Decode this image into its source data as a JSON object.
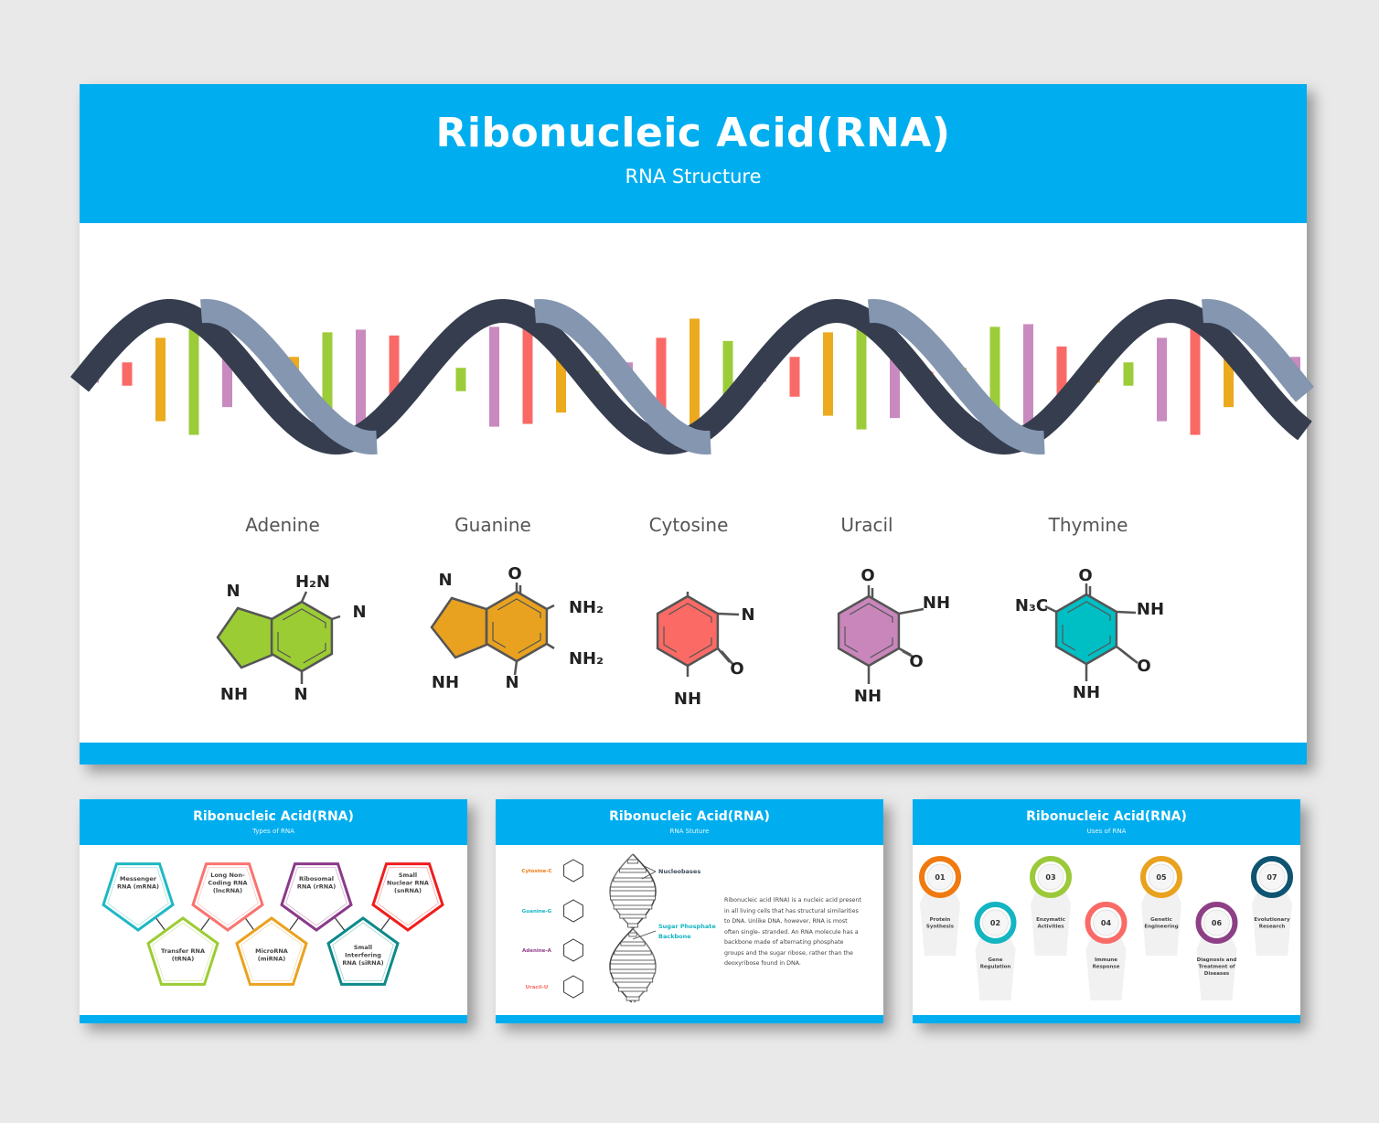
{
  "main": {
    "title": "Ribonucleic Acid(RNA)",
    "subtitle": "RNA Structure",
    "bases": [
      {
        "name": "Adenine",
        "color": "#9ccc34",
        "atoms": [
          "N",
          "H₂N",
          "N",
          "NH",
          "N"
        ]
      },
      {
        "name": "Guanine",
        "color": "#e9a21f",
        "atoms": [
          "N",
          "O",
          "NH₂",
          "NH₂",
          "NH",
          "N"
        ]
      },
      {
        "name": "Cytosine",
        "color": "#fb6a65",
        "atoms": [
          "N",
          "O",
          "NH"
        ]
      },
      {
        "name": "Uracil",
        "color": "#c986bb",
        "atoms": [
          "O",
          "NH",
          "O",
          "NH"
        ]
      },
      {
        "name": "Thymine",
        "color": "#00bfc4",
        "atoms": [
          "O",
          "N₃C",
          "NH",
          "O",
          "NH"
        ]
      }
    ],
    "helix_colors": {
      "dark": "#353d4f",
      "light": "#8496b0",
      "bars": [
        "#f96a67",
        "#c98bbf",
        "#9ccc3a",
        "#ecaa1f"
      ]
    }
  },
  "thumb_types": {
    "title": "Ribonucleic Acid(RNA)",
    "subtitle": "Types of RNA",
    "items": [
      {
        "label": "Messenger RNA (mRNA)",
        "color": "#1fb8c4"
      },
      {
        "label": "Transfer RNA (tRNA)",
        "color": "#9ccc34"
      },
      {
        "label": "Long Non- Coding RNA (lncRNA)",
        "color": "#f87470"
      },
      {
        "label": "MicroRNA (miRNA)",
        "color": "#e9a21f"
      },
      {
        "label": "Ribosomal RNA (rRNA)",
        "color": "#8b3a8a"
      },
      {
        "label": "Small Interfering RNA (siRNA)",
        "color": "#0e8a8a"
      },
      {
        "label": "Small Nuclear RNA (snRNA)",
        "color": "#f01e1e"
      }
    ]
  },
  "thumb_structure": {
    "title": "Ribonucleic Acid(RNA)",
    "subtitle": "RNA Stuture",
    "bases": [
      {
        "label": "Cytosine-C",
        "color": "#f07a10"
      },
      {
        "label": "Guanine-G",
        "color": "#13b5c1"
      },
      {
        "label": "Adenine-A",
        "color": "#8e3f86"
      },
      {
        "label": "Uracil-U",
        "color": "#f96b66"
      }
    ],
    "nucleobases_label": "Nucleobases",
    "backbone_label": "Sugar Phosphate Backbone",
    "description": "Ribonucleic acid (RNA) is a nucleic acid present in all living cells that has structural similarities to DNA. Unlike DNA, however, RNA is most often single- stranded. An RNA molecule has a backbone made of alternating phosphate groups and the sugar ribose, rather than the deoxyribose found in DNA."
  },
  "thumb_uses": {
    "title": "Ribonucleic Acid(RNA)",
    "subtitle": "Uses of RNA",
    "items": [
      {
        "num": "01",
        "label": "Protein Synthesis",
        "color": "#f07a10"
      },
      {
        "num": "02",
        "label": "Gene Regulation",
        "color": "#13b5c1"
      },
      {
        "num": "03",
        "label": "Enzymatic Activities",
        "color": "#9cc93a"
      },
      {
        "num": "04",
        "label": "Immune Response",
        "color": "#f96b66"
      },
      {
        "num": "05",
        "label": "Genetic Engineering",
        "color": "#e9a21f"
      },
      {
        "num": "06",
        "label": "Diagnosis and Treatment of Diseases",
        "color": "#8e3f86"
      },
      {
        "num": "07",
        "label": "Evolutionary Research",
        "color": "#0f5572"
      }
    ]
  }
}
